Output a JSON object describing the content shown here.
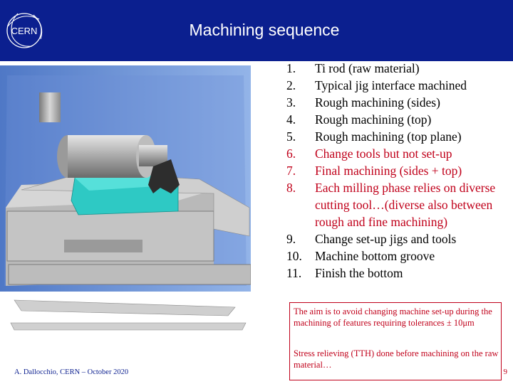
{
  "header": {
    "title": "Machining sequence",
    "logo_text": "CERN",
    "bg_color": "#0b1f8f"
  },
  "steps": [
    {
      "number": "1.",
      "text": "Ti rod (raw material)",
      "color": "black"
    },
    {
      "number": "2.",
      "text": "Typical jig interface machined",
      "color": "black"
    },
    {
      "number": "3.",
      "text": "Rough machining (sides)",
      "color": "black"
    },
    {
      "number": "4.",
      "text": "Rough machining (top)",
      "color": "black"
    },
    {
      "number": "5.",
      "text": "Rough machining (top plane)",
      "color": "black"
    },
    {
      "number": "6.",
      "text": "Change tools but not set-up",
      "color": "red"
    },
    {
      "number": "7.",
      "text": "Final machining (sides + top)",
      "color": "red"
    },
    {
      "number": "8.",
      "text": "Each milling phase relies on diverse cutting tool…(diverse also between rough and fine machining)",
      "color": "red"
    },
    {
      "number": "9.",
      "text": "Change set-up jigs and tools",
      "color": "black"
    },
    {
      "number": "10.",
      "text": "Machine bottom groove",
      "color": "black"
    },
    {
      "number": "11.",
      "text": "Finish the bottom",
      "color": "black"
    }
  ],
  "note": {
    "paragraph1": "The aim is to avoid changing machine set-up during the machining of features requiring tolerances ± 10μm",
    "paragraph2": "Stress relieving (TTH) done before machining on the raw material…",
    "page_number": "9",
    "color": "#c0001a"
  },
  "footer": {
    "text": "A. Dallocchio, CERN – October 2020"
  }
}
